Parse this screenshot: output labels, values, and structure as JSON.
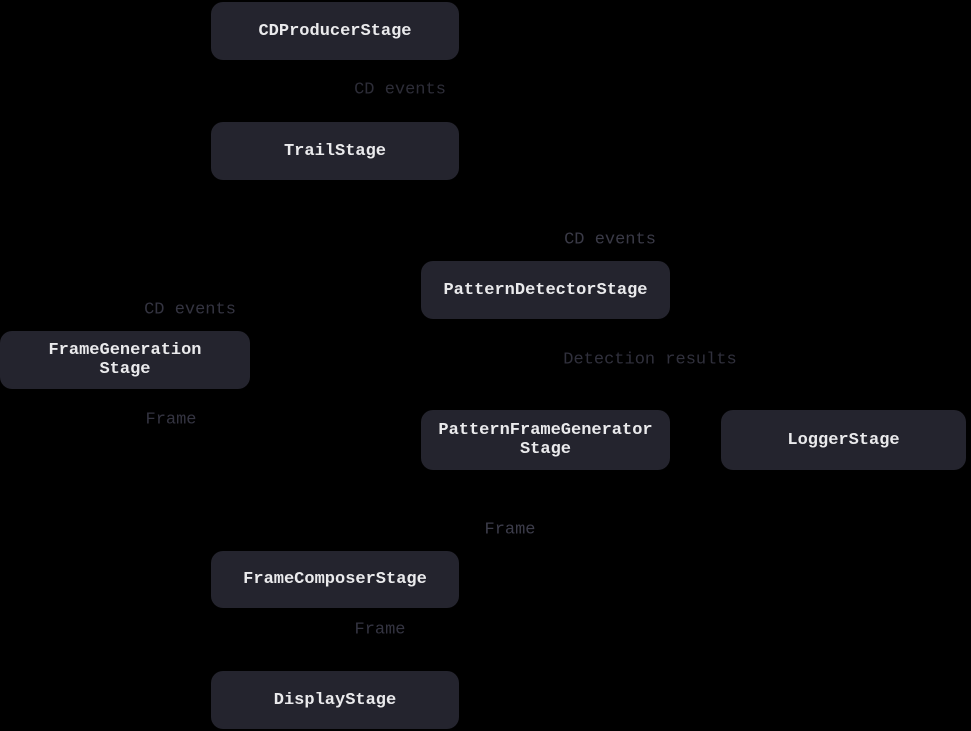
{
  "diagram": {
    "type": "flowchart-pipeline",
    "background_color": "#000000",
    "node_fill_color": "#24242e",
    "node_text_color": "#eaeaec",
    "edge_label_color": "#343441",
    "nodes": [
      {
        "id": "cdproducer",
        "label": "CDProducerStage"
      },
      {
        "id": "trail",
        "label": "TrailStage"
      },
      {
        "id": "patterndetector",
        "label": "PatternDetectorStage"
      },
      {
        "id": "framegeneration",
        "label": "FrameGeneration\nStage"
      },
      {
        "id": "patternframegen",
        "label": "PatternFrameGenerator\nStage"
      },
      {
        "id": "logger",
        "label": "LoggerStage"
      },
      {
        "id": "framecomposer",
        "label": "FrameComposerStage"
      },
      {
        "id": "display",
        "label": "DisplayStage"
      }
    ],
    "edge_labels": [
      {
        "id": "cd-events-1",
        "text": "CD events"
      },
      {
        "id": "cd-events-2",
        "text": "CD events"
      },
      {
        "id": "cd-events-3",
        "text": "CD events"
      },
      {
        "id": "detection-results",
        "text": "Detection results"
      },
      {
        "id": "frame-1",
        "text": "Frame"
      },
      {
        "id": "frame-2",
        "text": "Frame"
      },
      {
        "id": "frame-3",
        "text": "Frame"
      }
    ]
  }
}
